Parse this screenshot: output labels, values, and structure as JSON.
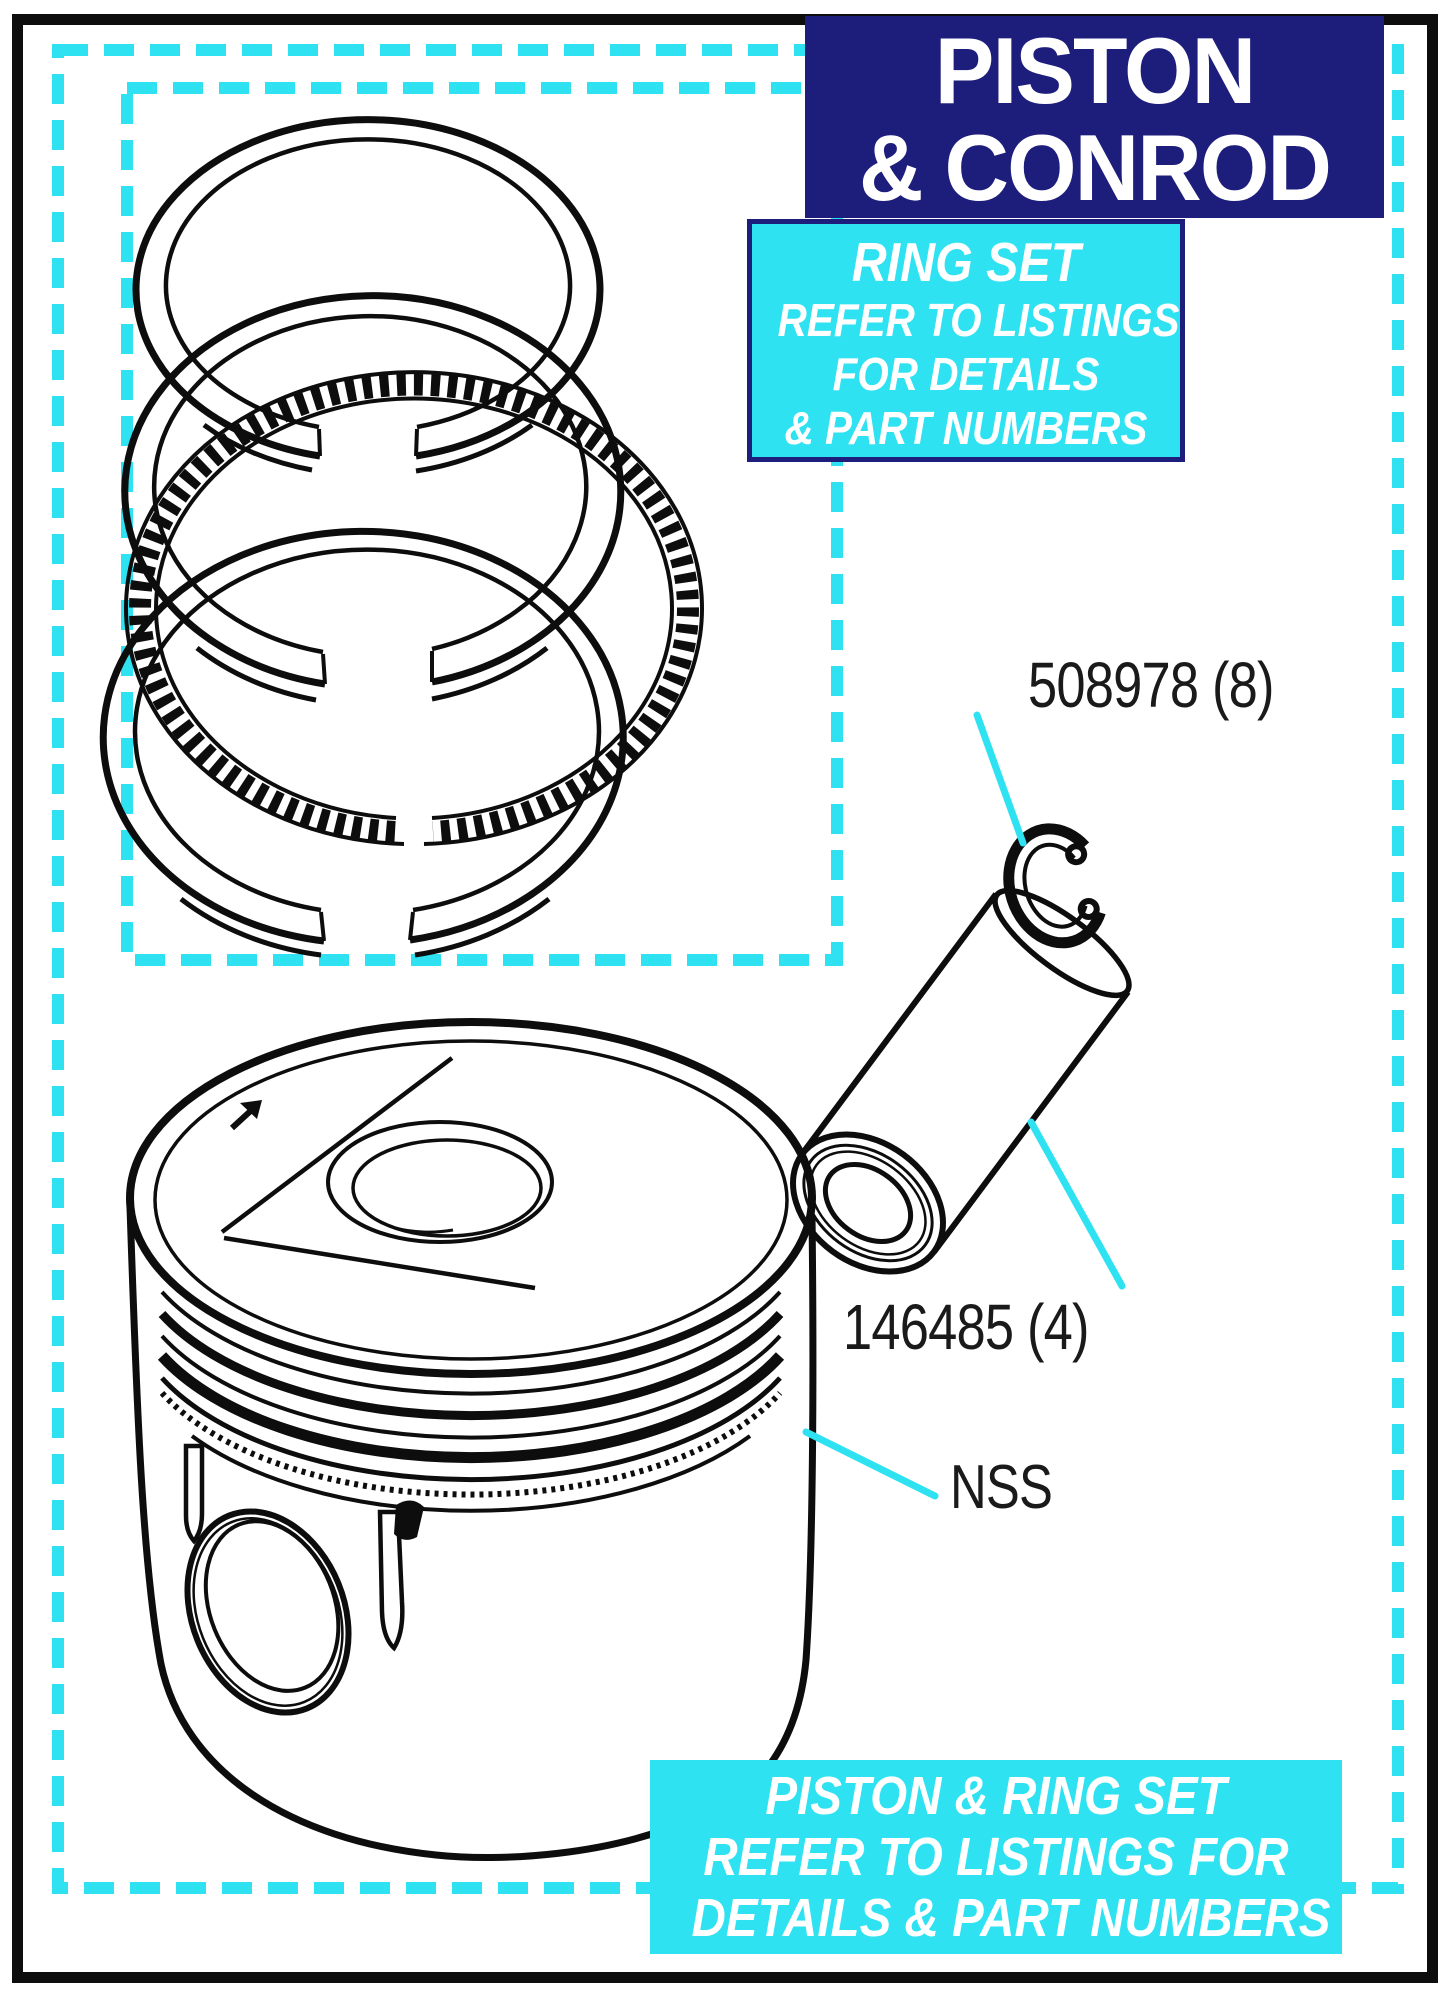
{
  "banner": {
    "line1": "PISTON",
    "line2": "& CONROD"
  },
  "ring_set_note": {
    "lines": [
      "RING SET",
      "REFER TO LISTINGS",
      "FOR DETAILS",
      "& PART NUMBERS"
    ]
  },
  "bottom_note": {
    "lines": [
      "PISTON & RING SET",
      "REFER TO LISTINGS FOR",
      "DETAILS & PART NUMBERS"
    ]
  },
  "part_labels": {
    "circlip_part": "508978 (8)",
    "pin_part": "146485 (4)",
    "rings_part": "NSS"
  },
  "colors": {
    "navy": "#1d1d7c",
    "cyan": "#2ee2f1",
    "ink": "#0d0d0d",
    "paper": "#ffffff"
  }
}
